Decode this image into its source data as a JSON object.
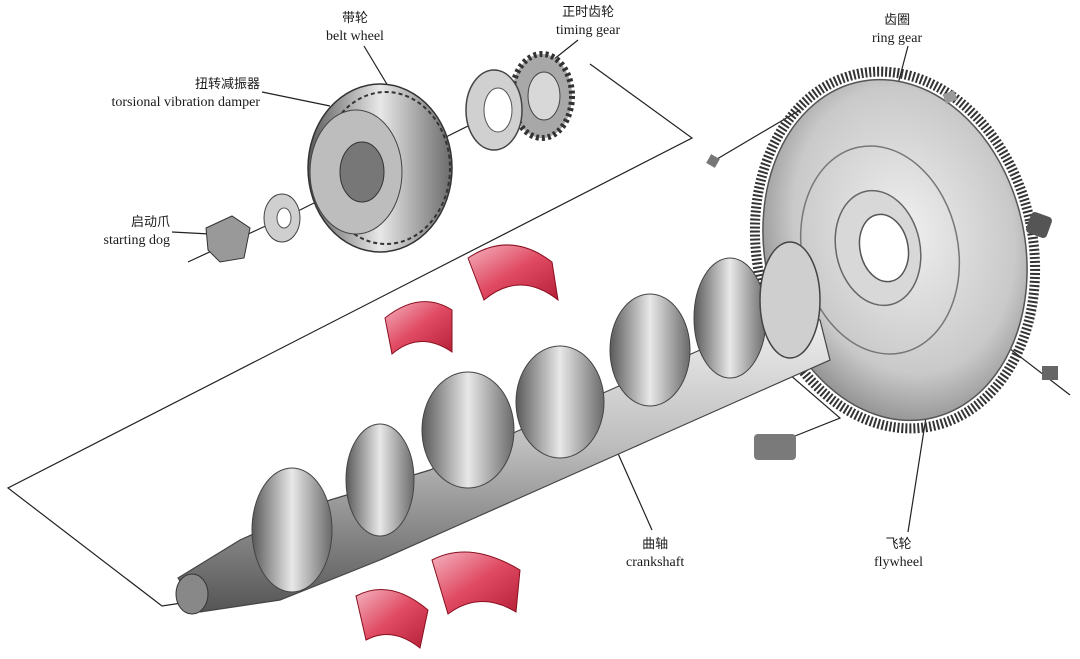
{
  "labels": {
    "belt_wheel": {
      "zh": "带轮",
      "en": "belt wheel"
    },
    "timing_gear": {
      "zh": "正时齿轮",
      "en": "timing gear"
    },
    "ring_gear": {
      "zh": "齿圈",
      "en": "ring gear"
    },
    "torsional_vibration_damper": {
      "zh": "扭转减振器",
      "en": "torsional vibration damper"
    },
    "starting_dog": {
      "zh": "启动爪",
      "en": "starting dog"
    },
    "crankshaft": {
      "zh": "曲轴",
      "en": "crankshaft"
    },
    "flywheel": {
      "zh": "飞轮",
      "en": "flywheel"
    }
  },
  "colors": {
    "bearing_shell": "#d9314a",
    "bearing_shell_light": "#f4b3c0",
    "metal_dark": "#3a3a3a",
    "metal_mid": "#9a9a9a",
    "metal_light": "#e6e6e6",
    "line": "#222222"
  }
}
